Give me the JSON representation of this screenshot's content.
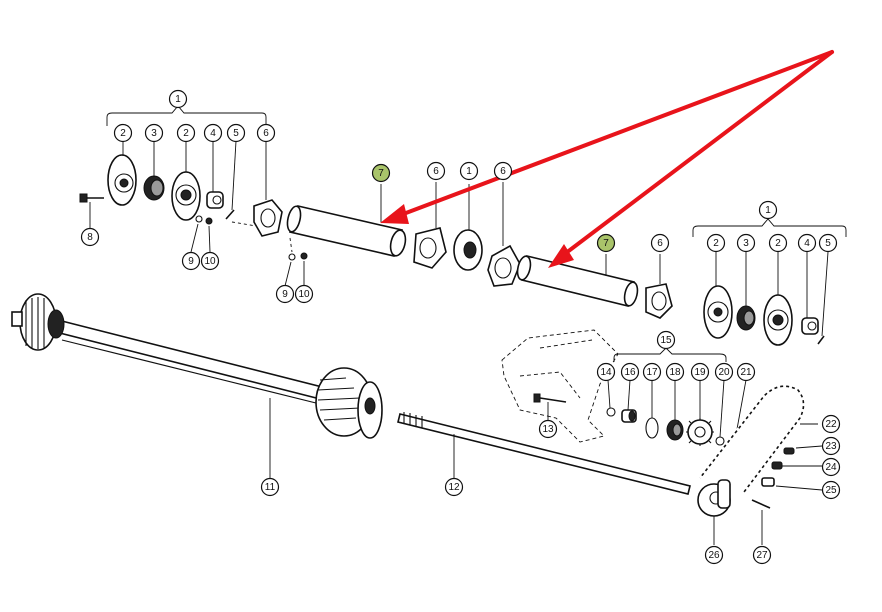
{
  "diagram": {
    "highlight_color": "#a9c46a",
    "arrow_color": "#e8141b",
    "callouts": [
      {
        "key": "c1a",
        "label": "1"
      },
      {
        "key": "c2a",
        "label": "2"
      },
      {
        "key": "c3a",
        "label": "3"
      },
      {
        "key": "c2b",
        "label": "2"
      },
      {
        "key": "c4a",
        "label": "4"
      },
      {
        "key": "c5a",
        "label": "5"
      },
      {
        "key": "c6a",
        "label": "6"
      },
      {
        "key": "c7a",
        "label": "7",
        "highlight": true
      },
      {
        "key": "c6b",
        "label": "6"
      },
      {
        "key": "c1b",
        "label": "1"
      },
      {
        "key": "c6c",
        "label": "6"
      },
      {
        "key": "c7b",
        "label": "7",
        "highlight": true
      },
      {
        "key": "c6d",
        "label": "6"
      },
      {
        "key": "c8",
        "label": "8"
      },
      {
        "key": "c9a",
        "label": "9"
      },
      {
        "key": "c10a",
        "label": "10"
      },
      {
        "key": "c9b",
        "label": "9"
      },
      {
        "key": "c10b",
        "label": "10"
      },
      {
        "key": "c1c",
        "label": "1"
      },
      {
        "key": "c2c",
        "label": "2"
      },
      {
        "key": "c3c",
        "label": "3"
      },
      {
        "key": "c2d",
        "label": "2"
      },
      {
        "key": "c4c",
        "label": "4"
      },
      {
        "key": "c5c",
        "label": "5"
      },
      {
        "key": "c15",
        "label": "15"
      },
      {
        "key": "c14",
        "label": "14"
      },
      {
        "key": "c16",
        "label": "16"
      },
      {
        "key": "c17",
        "label": "17"
      },
      {
        "key": "c18",
        "label": "18"
      },
      {
        "key": "c19",
        "label": "19"
      },
      {
        "key": "c20",
        "label": "20"
      },
      {
        "key": "c21",
        "label": "21"
      },
      {
        "key": "c13",
        "label": "13"
      },
      {
        "key": "c11",
        "label": "11"
      },
      {
        "key": "c12",
        "label": "12"
      },
      {
        "key": "c22",
        "label": "22"
      },
      {
        "key": "c23",
        "label": "23"
      },
      {
        "key": "c24",
        "label": "24"
      },
      {
        "key": "c25",
        "label": "25"
      },
      {
        "key": "c26",
        "label": "26"
      },
      {
        "key": "c27",
        "label": "27"
      }
    ]
  }
}
